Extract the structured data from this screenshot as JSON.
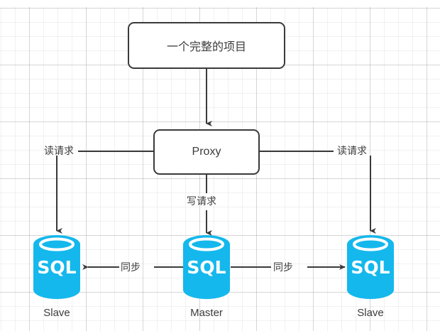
{
  "diagram": {
    "title_box": {
      "label": "一个完整的项目"
    },
    "proxy_box": {
      "label": "Proxy"
    },
    "edge_labels": {
      "read_left": "读请求",
      "read_right": "读请求",
      "write": "写请求",
      "sync_left": "同步",
      "sync_right": "同步"
    },
    "databases": [
      {
        "id": "slave-left",
        "badge": "SQL",
        "caption": "Slave"
      },
      {
        "id": "master",
        "badge": "SQL",
        "caption": "Master"
      },
      {
        "id": "slave-right",
        "badge": "SQL",
        "caption": "Slave"
      }
    ],
    "colors": {
      "db_fill": "#14b8ec",
      "db_top": "#ffffff",
      "line": "#3a3a3a",
      "box_border": "#3a3a3a",
      "text": "#3b3b3b",
      "canvas": "#ffffff"
    }
  }
}
